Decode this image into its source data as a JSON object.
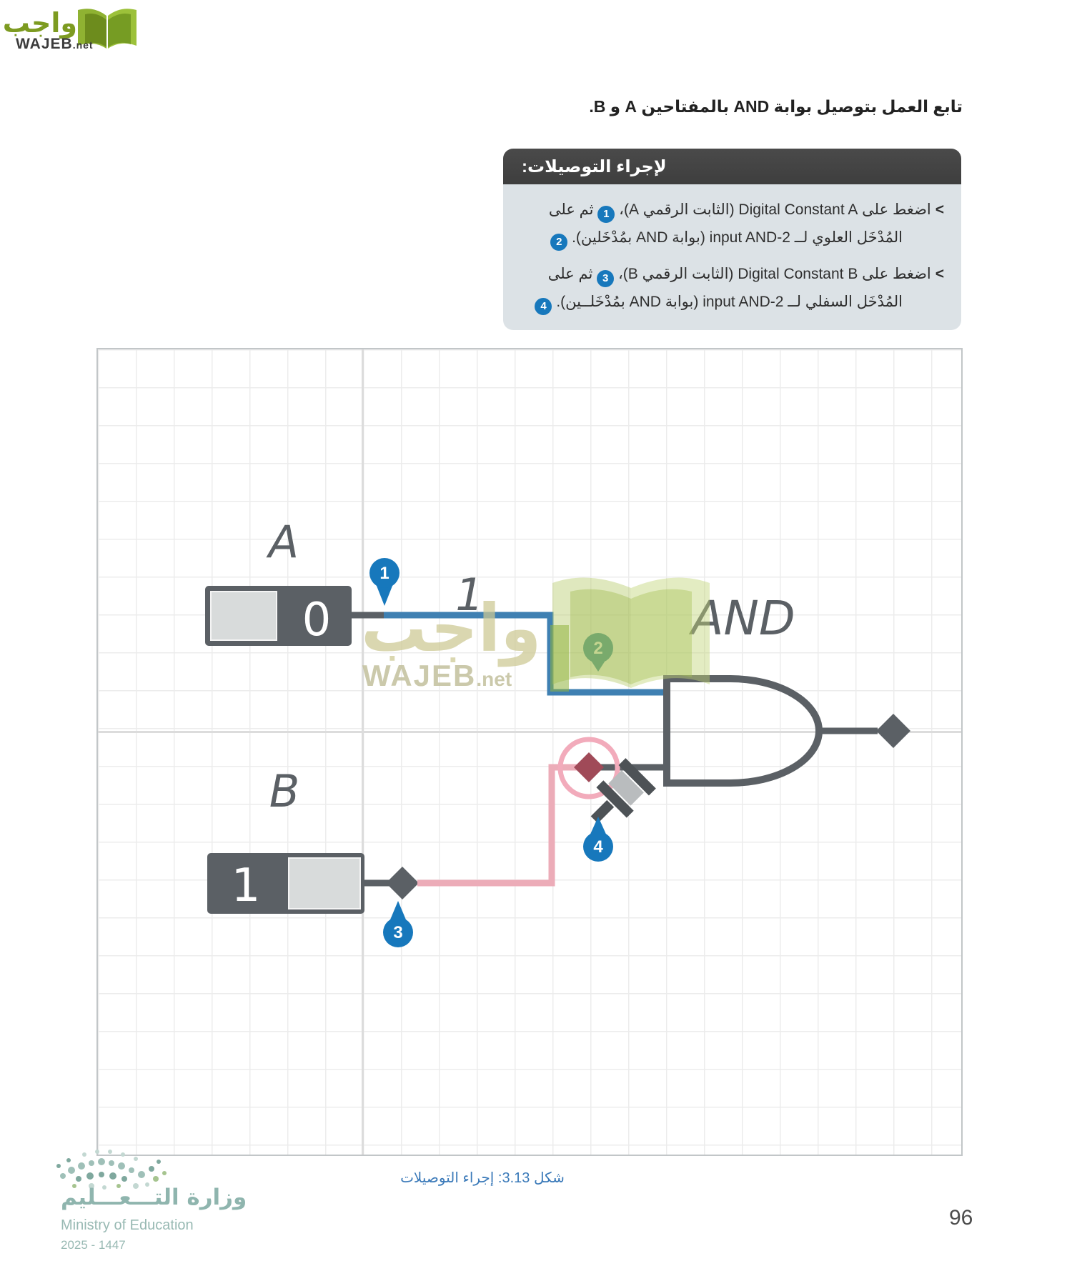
{
  "logo": {
    "arabic": "واجب",
    "latin": "WAJEB",
    "tld": ".net"
  },
  "heading": {
    "text": "تابع العمل بتوصيل بوابة AND بالمفتاحين A و B."
  },
  "instructions": {
    "title": "لإجراء التوصيلات:",
    "bullet": "<",
    "steps": [
      {
        "pre": "اضغط على Digital Constant A (الثابت الرقمي A)، ",
        "badge": "1",
        "post": " ثم على"
      },
      {
        "pre": "المُدْخَل العلوي لــ 2-input AND (بوابة AND بمُدْخَلين). ",
        "badge": "2",
        "post": ""
      },
      {
        "pre": "اضغط على Digital Constant B (الثابت الرقمي B)، ",
        "badge": "3",
        "post": " ثم على"
      },
      {
        "pre": "المُدْخَل السفلي لــ 2-input AND (بوابة AND بمُدْخَلــين). ",
        "badge": "4",
        "post": ""
      }
    ]
  },
  "figure": {
    "switch_a_label": "A",
    "switch_a_value": "0",
    "switch_b_label": "B",
    "switch_b_value": "1",
    "wire_value": "1",
    "gate_label": "AND",
    "badge_1": "1",
    "badge_2": "2",
    "badge_3": "3",
    "badge_4": "4",
    "colors": {
      "wire_blue": "#3f80b2",
      "wire_pink": "#ecacb8",
      "component_gray": "#5b6065",
      "badge_blue": "#1778bc",
      "badge_teal": "#1d7e93",
      "highlight_pink": "#f2abbb",
      "connector_red": "#a04a58"
    }
  },
  "watermark": {
    "arabic": "واجب",
    "latin": "WAJEB",
    "tld": ".net"
  },
  "caption": {
    "text": "شكل 3.13: إجراء التوصيلات"
  },
  "footer": {
    "ministry_arabic": "وزارة التـــعـــليم",
    "ministry_english": "Ministry of Education",
    "edition": "2025 - 1447",
    "page_number": "96"
  }
}
